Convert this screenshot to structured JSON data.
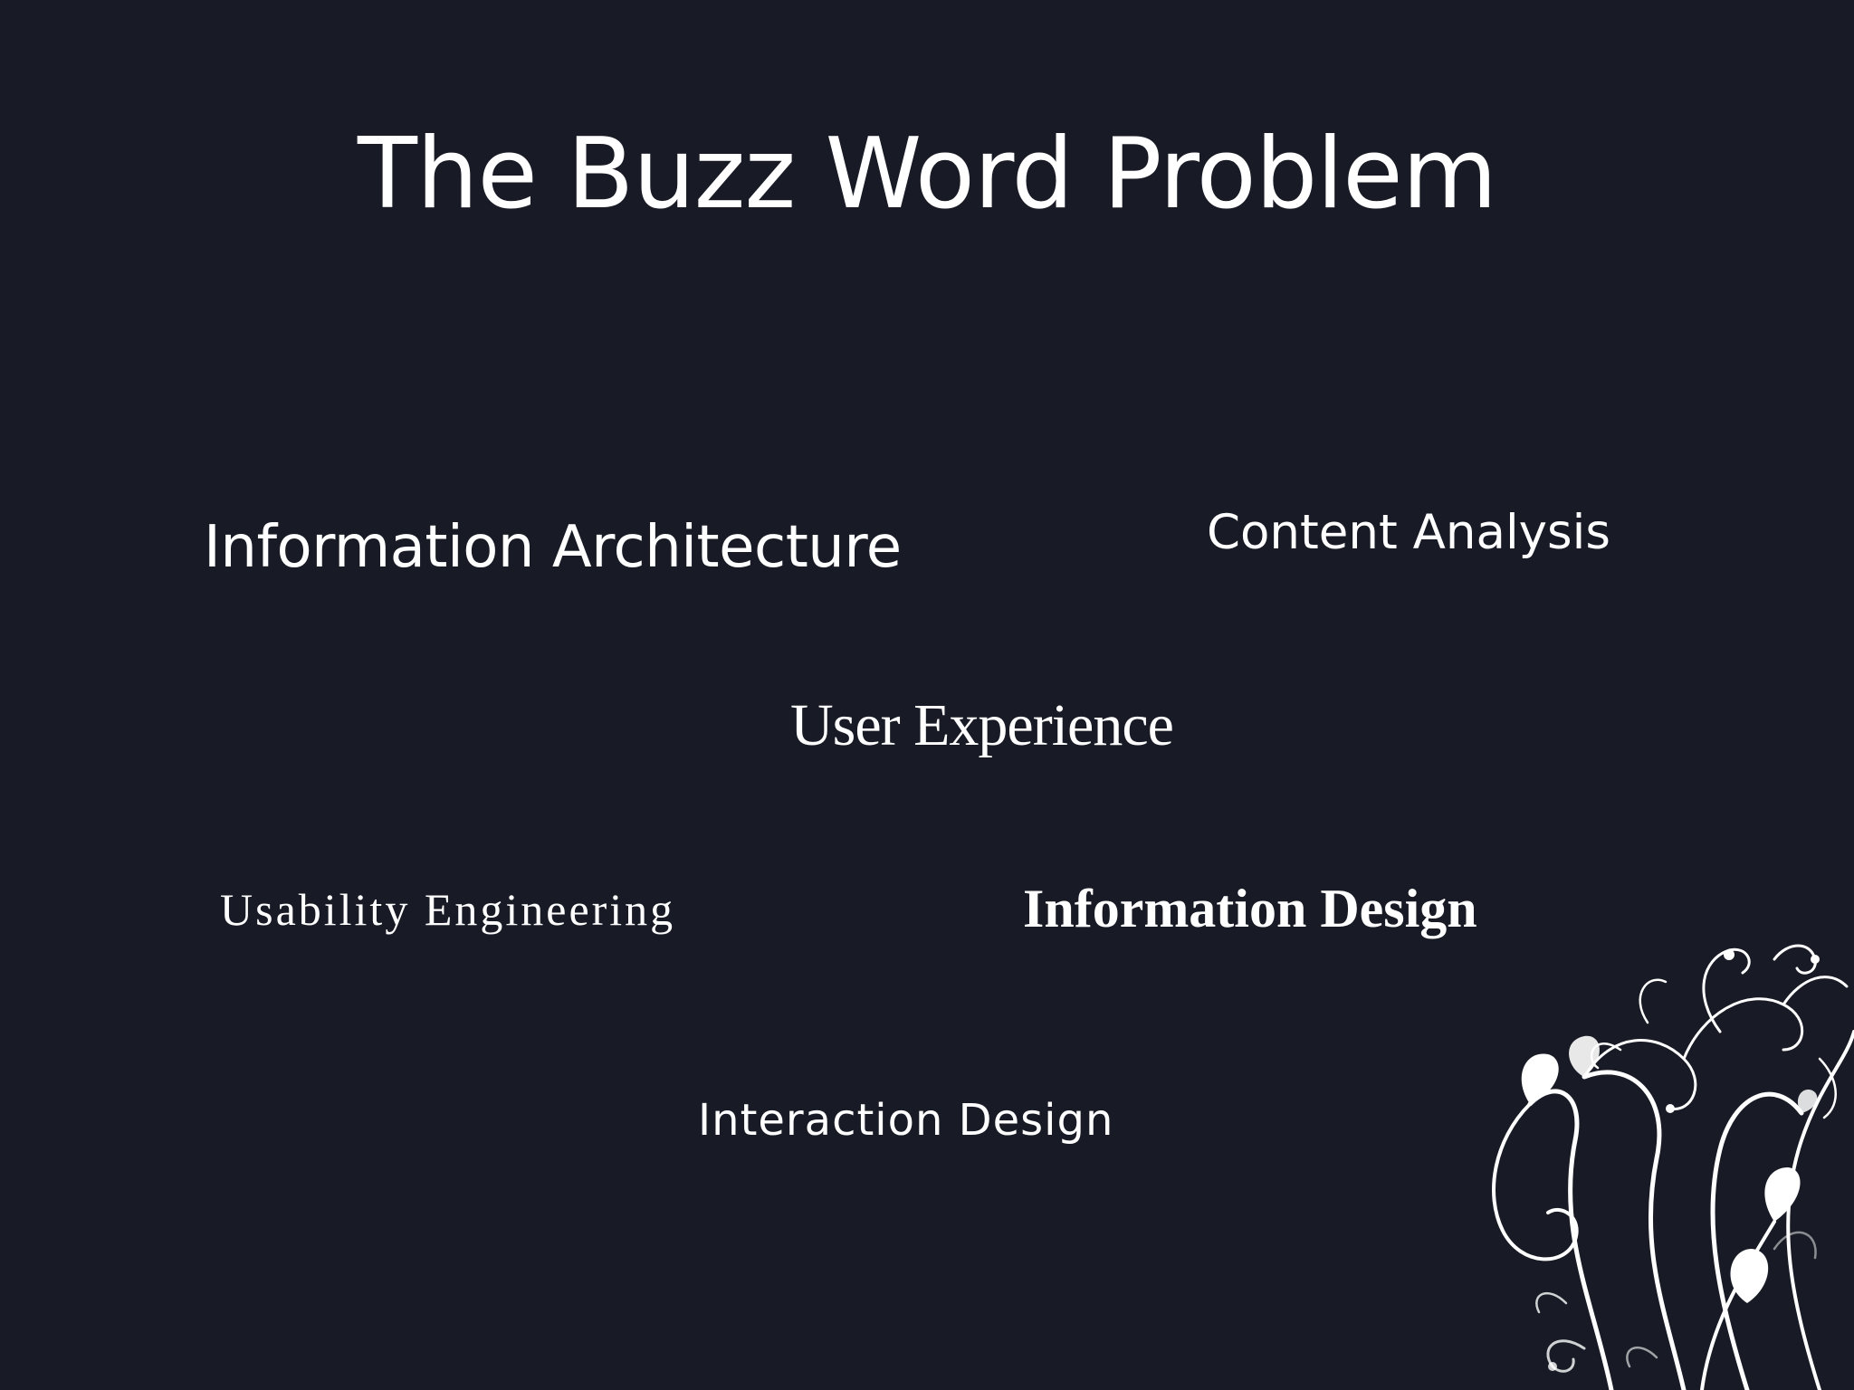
{
  "slide": {
    "title": "The Buzz Word Problem",
    "terms": {
      "information_architecture": "Information Architecture",
      "content_analysis": "Content Analysis",
      "user_experience": "User Experience",
      "usability_engineering": "Usability Engineering",
      "information_design": "Information Design",
      "interaction_design": "Interaction Design"
    },
    "colors": {
      "background": "#181b25",
      "text": "#ffffff"
    },
    "decoration": "floral-ornament"
  }
}
